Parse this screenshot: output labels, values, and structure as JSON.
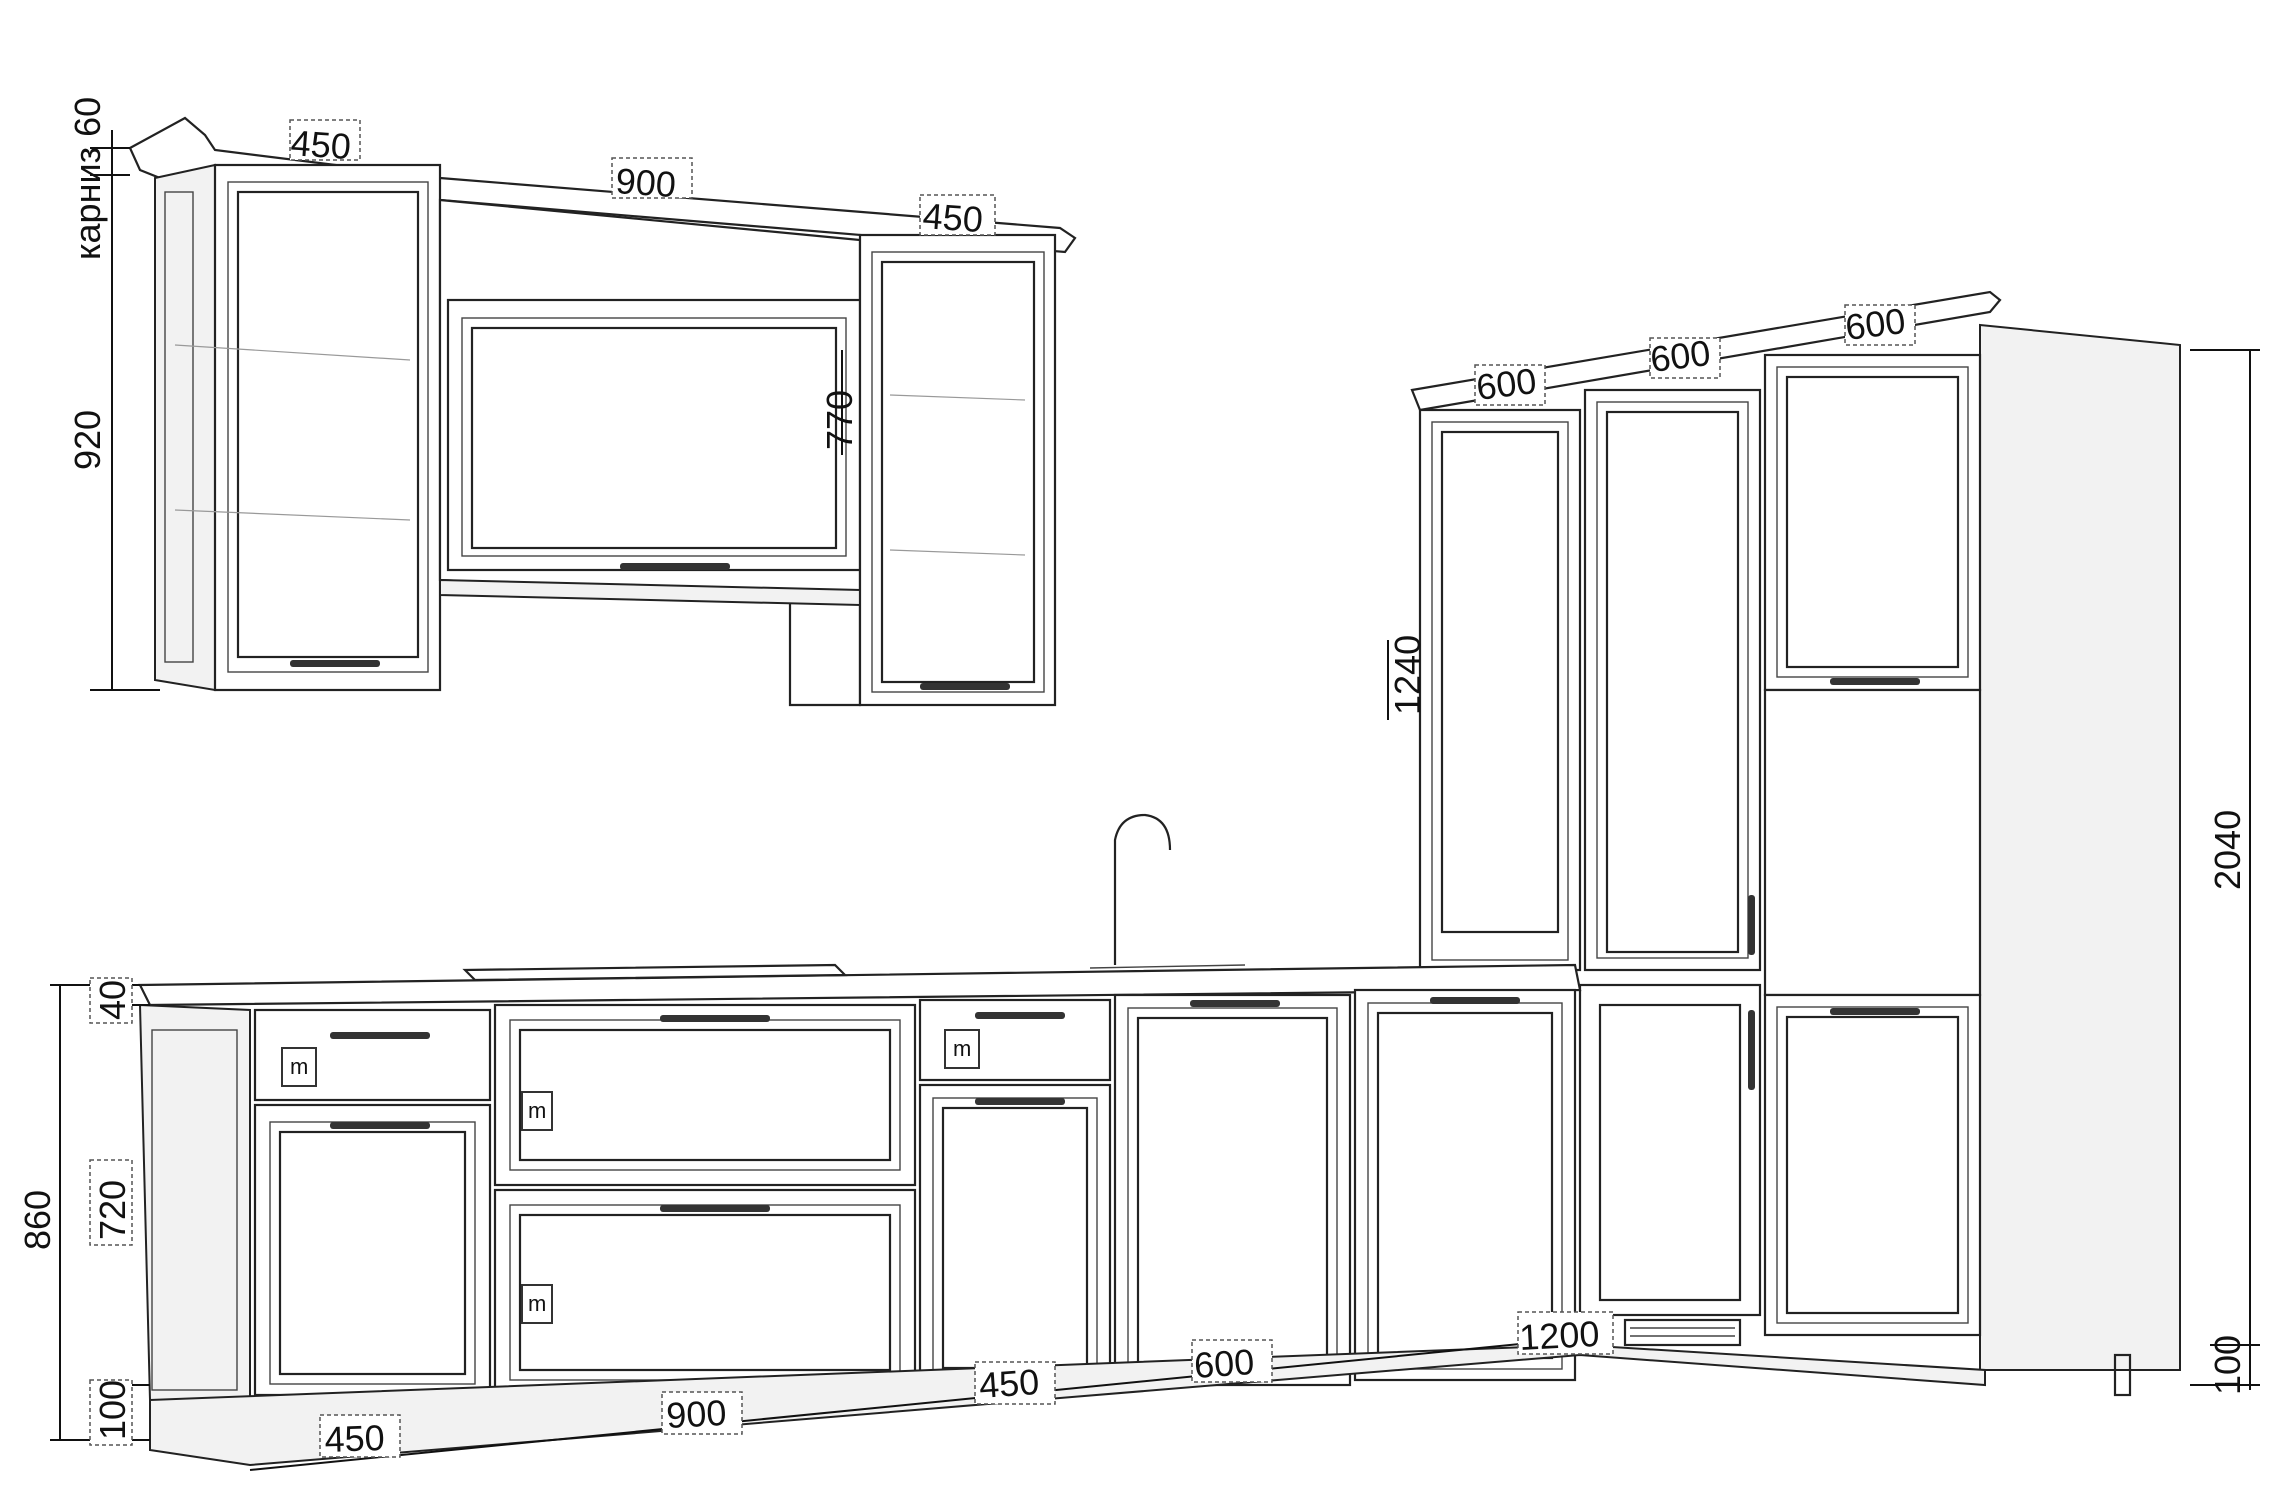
{
  "upper_cabinets": {
    "cornice_label": "карниз 60",
    "widths": [
      "450",
      "900",
      "450"
    ],
    "height": "920",
    "hood_height": "770"
  },
  "tall_cabinets": {
    "widths": [
      "600",
      "600",
      "600"
    ],
    "upper_height": "1240",
    "total_height": "2040",
    "plinth_height": "100"
  },
  "base_cabinets": {
    "widths": [
      "450",
      "900",
      "450",
      "600",
      "1200"
    ],
    "countertop": "40",
    "body_height": "720",
    "total_height": "860",
    "plinth_height": "100",
    "drawer_mark": "m"
  },
  "colors": {
    "line": "#222222",
    "background": "#ffffff"
  }
}
